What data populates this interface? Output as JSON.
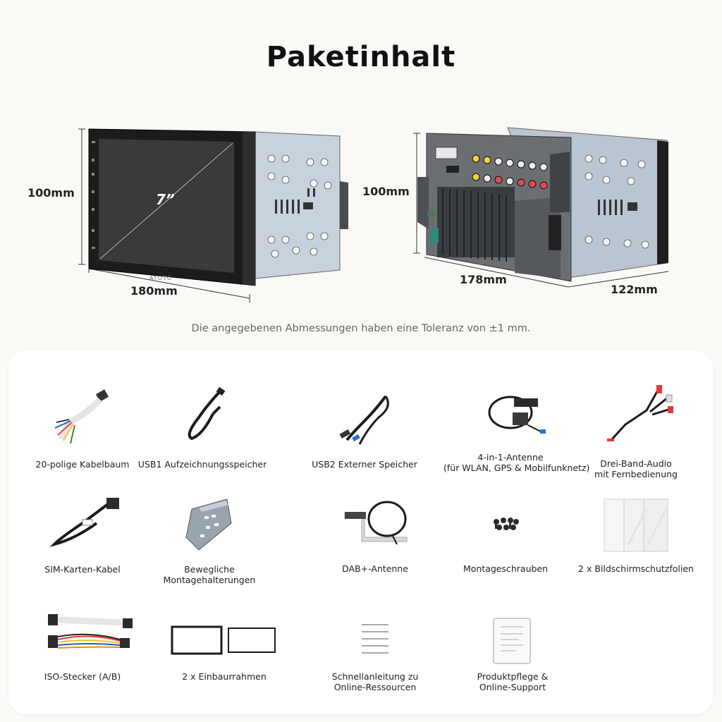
{
  "title": "Paketinhalt",
  "front_unit": {
    "screen_label": "7”",
    "brand": "ATOTO",
    "height": "100mm",
    "width": "180mm"
  },
  "rear_unit": {
    "height": "100mm",
    "width": "178mm",
    "depth": "122mm"
  },
  "tolerance_note": "Die angegebenen Abmessungen haben eine Toleranz von ±1 mm.",
  "items": [
    {
      "icon": "wiring-harness-icon",
      "label1": "20-polige Kabelbaum",
      "label2": ""
    },
    {
      "icon": "usb-cable-icon",
      "label1": "USB1 Aufzeichnungsspeicher",
      "label2": ""
    },
    {
      "icon": "usb-cable-icon",
      "label1": "USB2 Externer Speicher",
      "label2": ""
    },
    {
      "icon": "antenna-icon",
      "label1": "4-in-1-Antenne",
      "label2": "(für WLAN, GPS & Mobilfunknetz)"
    },
    {
      "icon": "audio-cable-icon",
      "label1": "Drei-Band-Audio",
      "label2": "mit Fernbedienung"
    },
    {
      "icon": "sim-cable-icon",
      "label1": "SIM-Karten-Kabel",
      "label2": ""
    },
    {
      "icon": "bracket-icon",
      "label1": "Bewegliche",
      "label2": "Montagehalterungen"
    },
    {
      "icon": "dab-antenna-icon",
      "label1": "DAB+-Antenne",
      "label2": ""
    },
    {
      "icon": "screws-icon",
      "label1": "Montageschrauben",
      "label2": ""
    },
    {
      "icon": "screen-protector-icon",
      "label1": "2 x Bildschirmschutzfolien",
      "label2": ""
    },
    {
      "icon": "iso-connector-icon",
      "label1": "ISO-Stecker (A/B)",
      "label2": ""
    },
    {
      "icon": "frame-icon",
      "label1": "2 x Einbaurrahmen",
      "label2": ""
    },
    {
      "icon": "document-lines-icon",
      "label1": "Schnellanleitung zu",
      "label2": "Online-Ressourcen"
    },
    {
      "icon": "manual-icon",
      "label1": "Produktpflege &",
      "label2": "Online-Support"
    }
  ]
}
